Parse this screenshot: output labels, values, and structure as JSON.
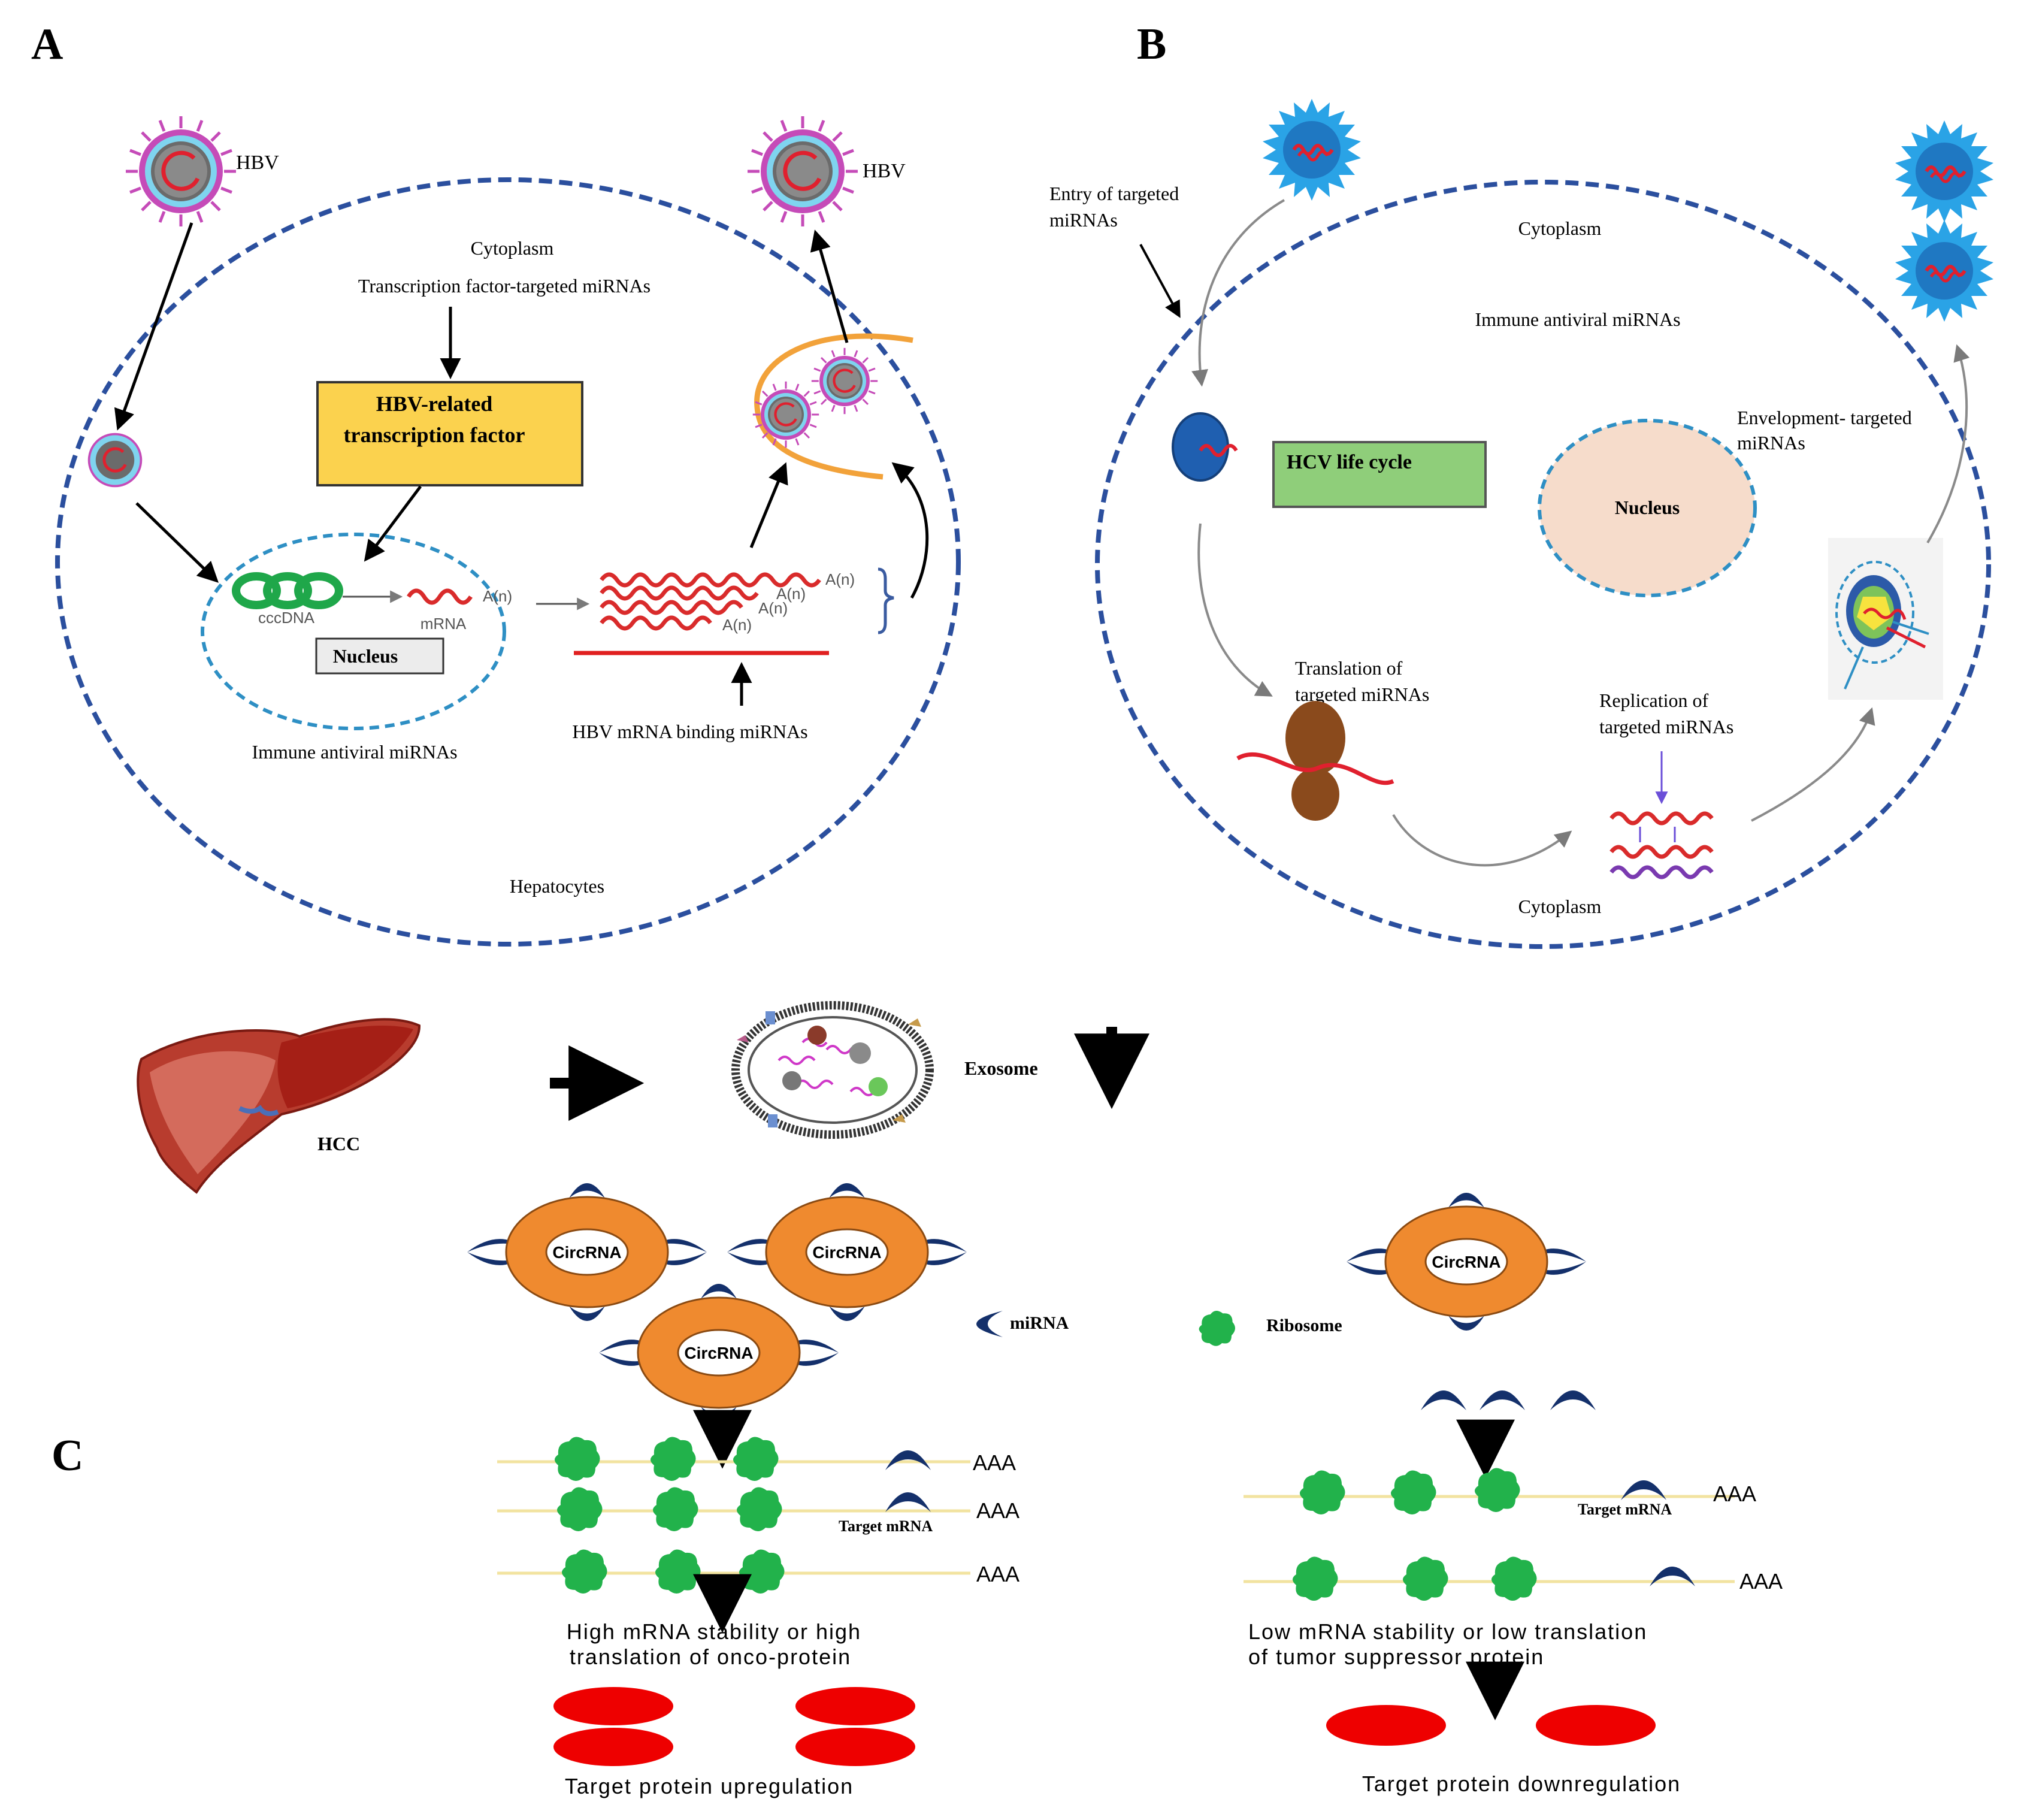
{
  "panels": {
    "a": {
      "letter": "A",
      "hbv_in_label": "HBV",
      "hbv_out_label": "HBV",
      "cytoplasm": "Cytoplasm",
      "tf_mirnas": "Transcription factor-targeted miRNAs",
      "tf_box_line1": "HBV-related",
      "tf_box_line2": "transcription factor",
      "an_label": "A(n)",
      "cccdna": "cccDNA",
      "mrna": "mRNA",
      "nucleus": "Nucleus",
      "immune": "Immune antiviral miRNAs",
      "binding": "HBV mRNA binding miRNAs",
      "hepatocytes": "Hepatocytes"
    },
    "b": {
      "letter": "B",
      "entry_line1": "Entry of targeted",
      "entry_line2": "miRNAs",
      "cytoplasm_top": "Cytoplasm",
      "immune": "Immune antiviral miRNAs",
      "lifecycle": "HCV life cycle",
      "nucleus": "Nucleus",
      "envelop_line1": "Envelopment- targeted",
      "envelop_line2": "miRNAs",
      "translation_line1": "Translation of",
      "translation_line2": "targeted miRNAs",
      "replication_line1": "Replication  of",
      "replication_line2": "targeted miRNAs",
      "cytoplasm_bottom": "Cytoplasm"
    },
    "c": {
      "letter": "C",
      "hcc": "HCC",
      "exosome": "Exosome",
      "circ": "CircRNA",
      "mirna_legend": "miRNA",
      "ribosome_legend": "Ribosome",
      "aaa": "AAA",
      "target_mrna": "Target mRNA",
      "high_line1": "High mRNA stability or high",
      "high_line2": "translation of onco-protein",
      "low_line1": "Low mRNA stability or low translation",
      "low_line2": "of tumor suppressor protein",
      "upregulation": "Target protein upregulation",
      "downregulation": "Target protein downregulation"
    }
  },
  "colors": {
    "membrane": "#2b4f9e",
    "nuclear_membrane": "#2e8fc4",
    "rna": "#d92b2b",
    "cccdna": "#1fa74a",
    "tf_box": "#fbd24e",
    "hcv_box": "#8fce7a",
    "nucleus_fill": "#f6dccb",
    "hcv_particle": "#2aa3e6",
    "circ_ring": "#ef8a2f",
    "mirna": "#14306b",
    "ribosome": "#22b24b",
    "protein": "#ee0000",
    "golgi": "#f2a23a",
    "ribosome_b": "#8a4a1c"
  },
  "icons": [
    "hbv-virion-icon",
    "hcv-virion-icon",
    "liver-icon",
    "exosome-icon",
    "ribosome-icon",
    "mirna-icon",
    "circrna-icon",
    "protein-icon"
  ]
}
